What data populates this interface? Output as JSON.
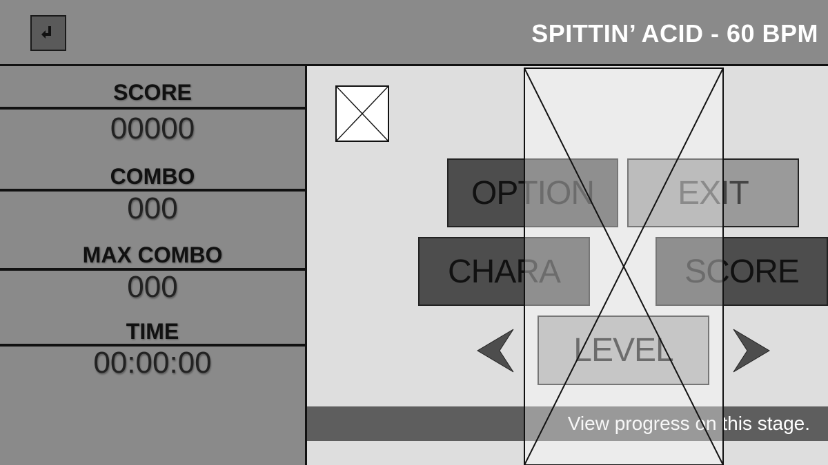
{
  "header": {
    "back_icon": "return-arrow-icon",
    "song_title": "SPITTIN’ ACID - 60 BPM"
  },
  "stats": {
    "score_label": "SCORE",
    "score_value": "00000",
    "combo_label": "COMBO",
    "combo_value": "000",
    "max_combo_label": "MAX COMBO",
    "max_combo_value": "000",
    "time_label": "TIME",
    "time_value": "00:00:00"
  },
  "menu": {
    "option_label": "OPTION",
    "exit_label": "EXIT",
    "chara_label": "CHARA",
    "score_label": "SCORE",
    "level_label": "LEVEL",
    "prev_icon": "chevron-left-icon",
    "next_icon": "chevron-right-icon"
  },
  "tip": {
    "text": "View progress on this stage."
  },
  "colors": {
    "background": "#8a8a8a",
    "stage": "#dedede",
    "button_dark": "#4d4d4d",
    "button_mid": "#9a9a9a",
    "tip_bar": "#5e5e5e"
  }
}
